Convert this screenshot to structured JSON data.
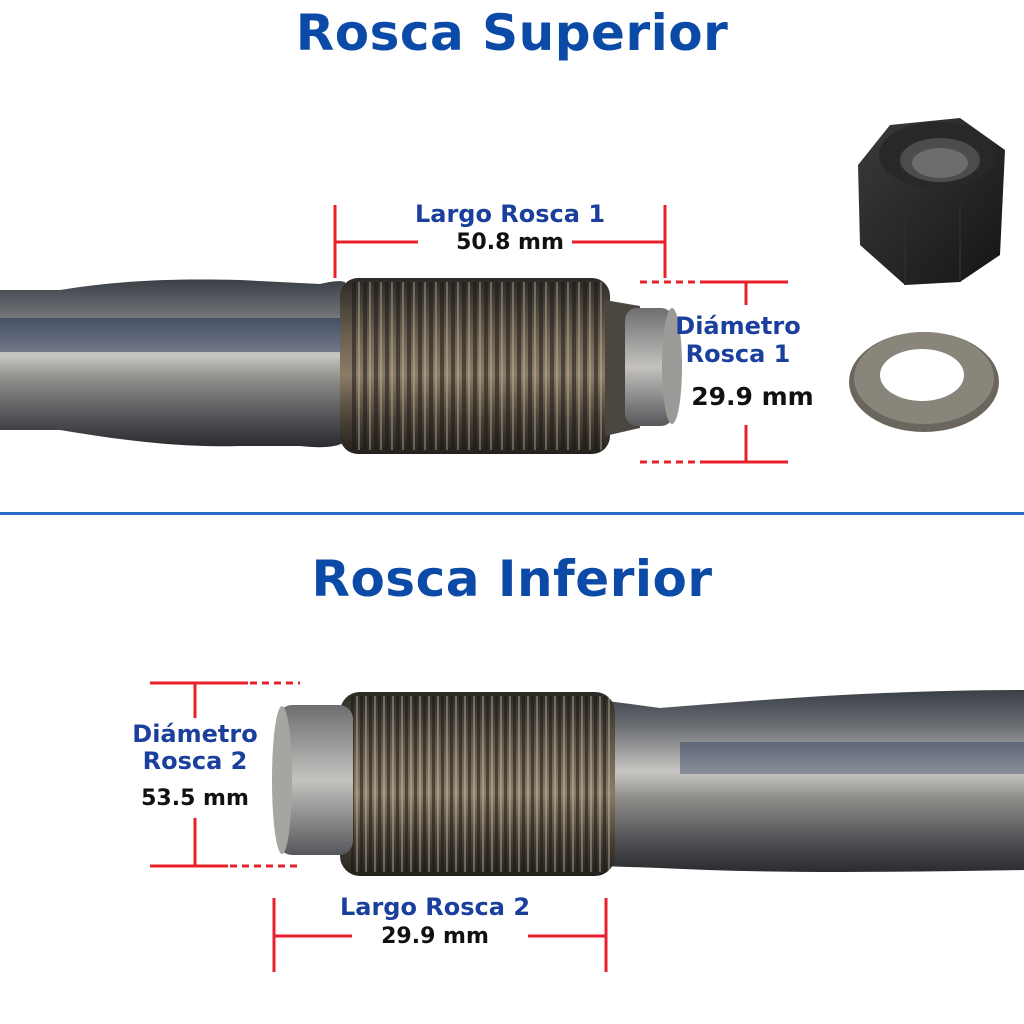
{
  "top": {
    "title": "Rosca Superior",
    "length_label": "Largo Rosca 1",
    "length_value": "50.8 mm",
    "diameter_label_line1": "Diámetro",
    "diameter_label_line2": "Rosca 1",
    "diameter_value": "29.9 mm"
  },
  "bottom": {
    "title": "Rosca Inferior",
    "length_label": "Largo Rosca 2",
    "length_value": "29.9 mm",
    "diameter_label_line1": "Diámetro",
    "diameter_label_line2": "Rosca 2",
    "diameter_value": "53.5 mm"
  },
  "colors": {
    "title": "#0b4aa6",
    "label": "#1a3f9c",
    "dimension_line": "#e8202a",
    "divider": "#2a68c8"
  }
}
